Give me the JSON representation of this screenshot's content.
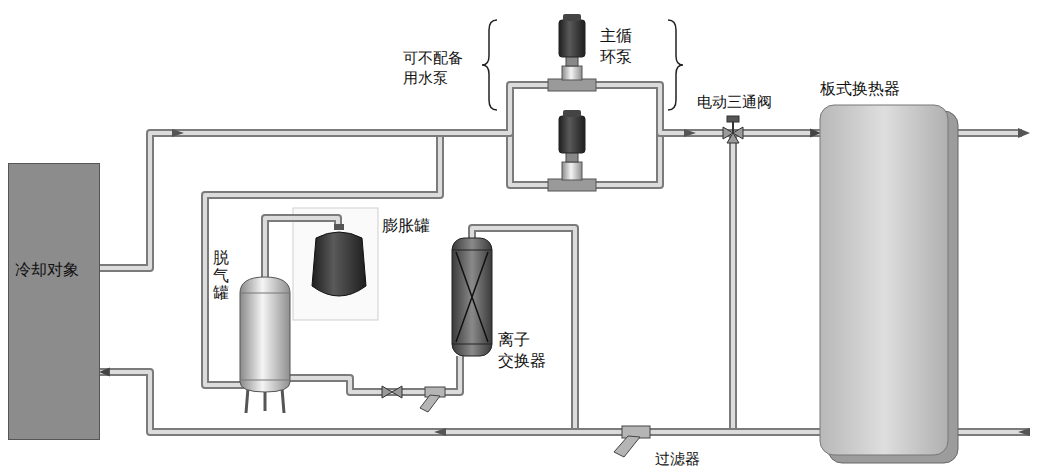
{
  "diagram": {
    "nodes": [
      {
        "text": [
          "冷却对象"
        ]
      },
      {
        "text": [
          "板式换热器"
        ]
      },
      {
        "text": [
          "脱气罐"
        ]
      },
      {
        "text": [
          "膨胀罐"
        ]
      },
      {
        "text": [
          "离子 交换器"
        ]
      }
    ],
    "edges": [
      {
        "from": 0,
        "to": 1,
        "arrow": "to"
      },
      {
        "from": 1,
        "to": 0,
        "arrow": "to"
      },
      {
        "from": 2,
        "to": 3,
        "arrow": "none"
      },
      {
        "from": 2,
        "to": 4,
        "arrow": "none"
      }
    ],
    "labels": [
      "可不配备 用水泵",
      "主循 环泵",
      "电动三通阀",
      "过滤器"
    ]
  }
}
